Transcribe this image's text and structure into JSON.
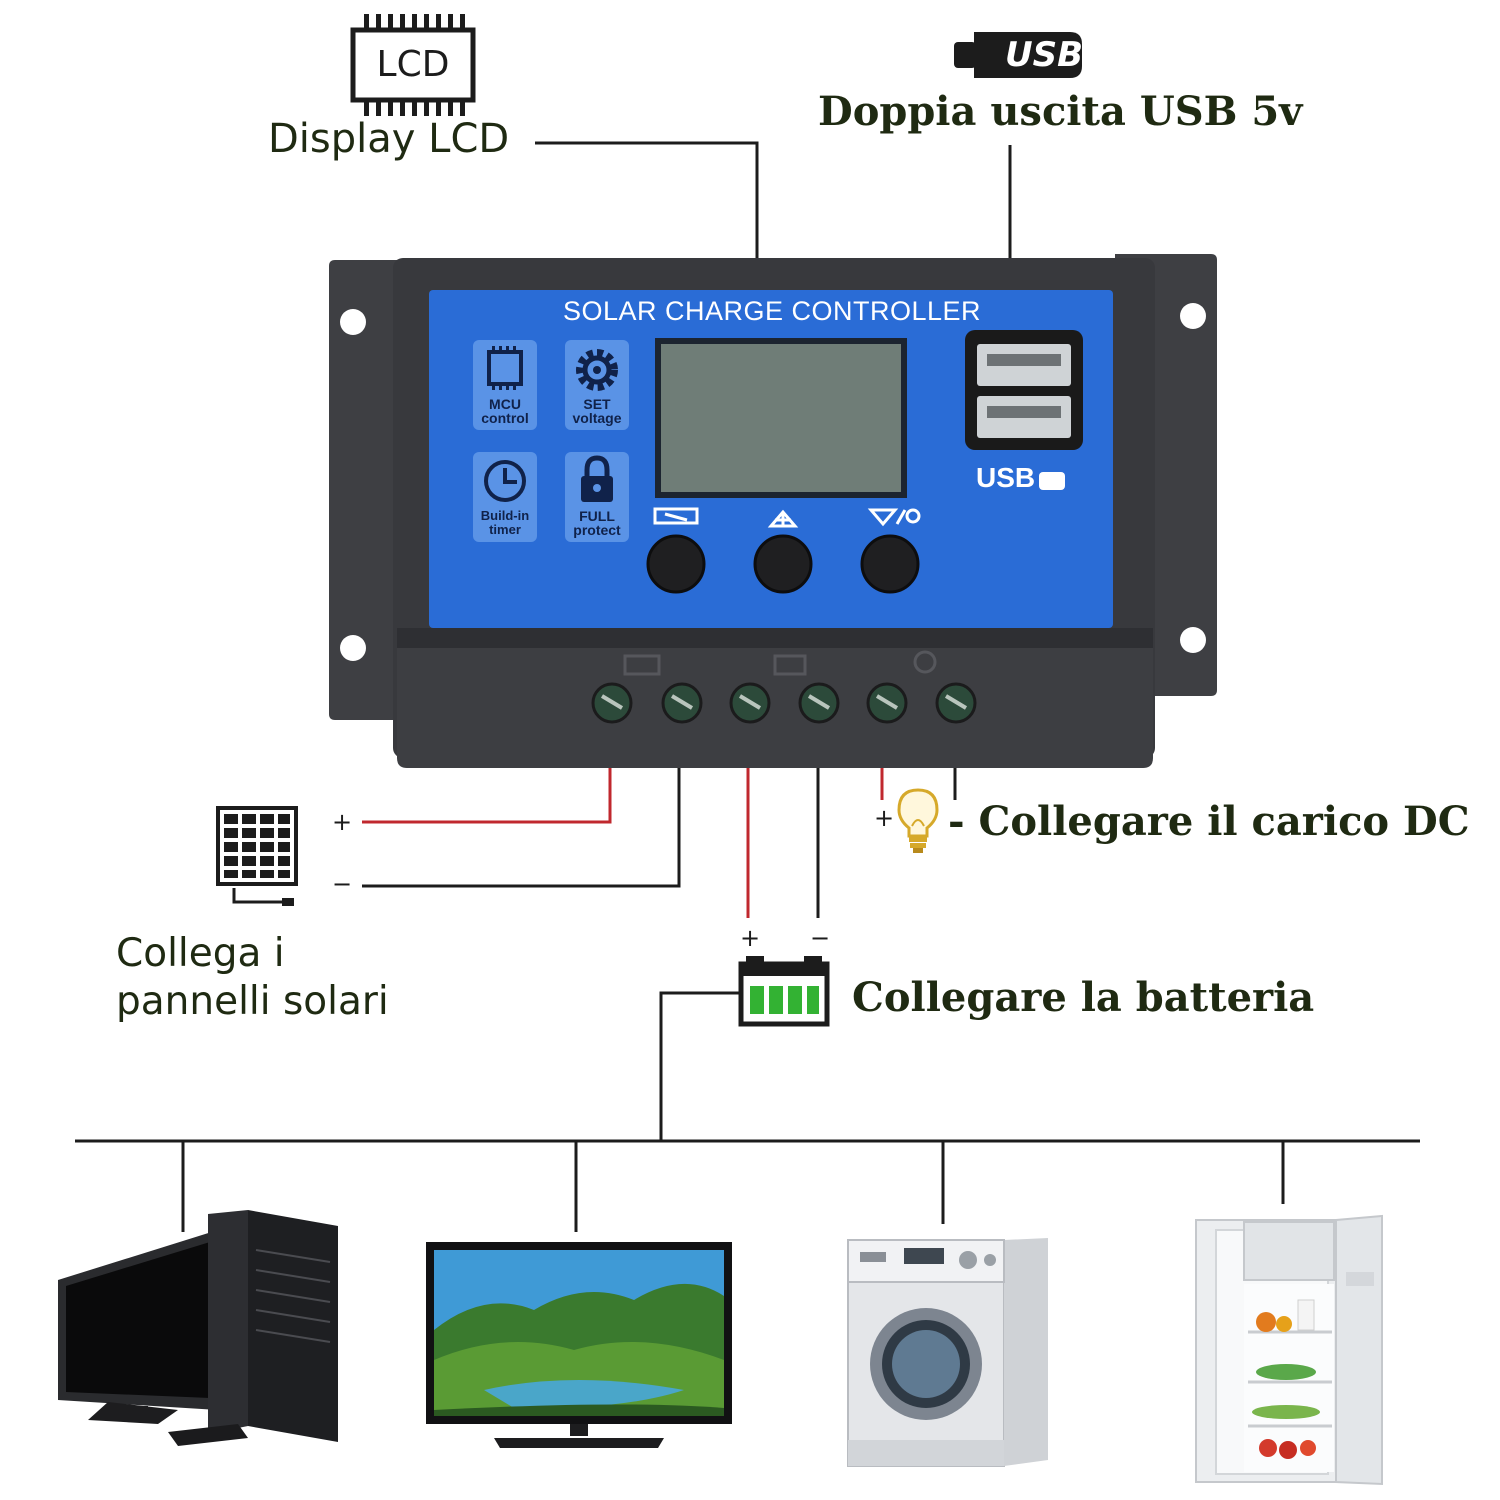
{
  "callouts": {
    "lcd_icon_text": "LCD",
    "lcd_label": "Display LCD",
    "usb_icon_text": "USB",
    "usb_label": "Doppia uscita USB 5v",
    "load_plus": "+",
    "load_label": "- Collegare il carico DC",
    "panel_plus": "+",
    "panel_minus": "−",
    "panel_label_line1": "Collega i",
    "panel_label_line2": "pannelli solari",
    "battery_plus": "+",
    "battery_minus": "−",
    "battery_label": "Collegare la batteria"
  },
  "controller": {
    "title": "SOLAR CHARGE CONTROLLER",
    "features": [
      {
        "line1": "MCU",
        "line2": "control"
      },
      {
        "line1": "SET",
        "line2": "voltage"
      },
      {
        "line1": "Build-in",
        "line2": "timer"
      },
      {
        "line1": "FULL",
        "line2": "protect"
      }
    ],
    "usb_text": "USB"
  },
  "colors": {
    "panel_blue": "#2a6cd6",
    "housing": "#3a3a3c",
    "lcd_screen": "#6f7d77",
    "wire_red": "#c0282e",
    "wire_black": "#1c1c1c",
    "label_text": "#1f2a12",
    "battery_green": "#33b233"
  },
  "appliances": [
    {
      "icon": "desktop-computer-icon"
    },
    {
      "icon": "television-icon"
    },
    {
      "icon": "washing-machine-icon"
    },
    {
      "icon": "refrigerator-icon"
    }
  ]
}
